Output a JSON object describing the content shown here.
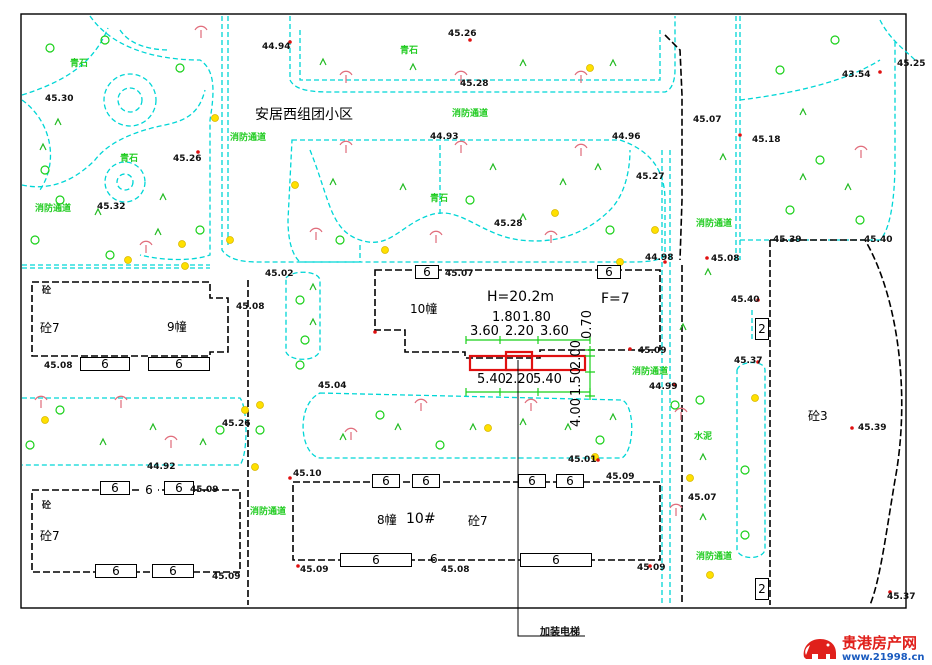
{
  "title": "安居西组团小区",
  "callout": "加装电梯",
  "building": {
    "height": "H=20.2m",
    "floors": "F=7",
    "name": "10幢"
  },
  "dims_top": [
    "3.60",
    "2.20",
    "3.60"
  ],
  "dims_top2": [
    "1.80",
    "1.80"
  ],
  "dims_bottom": [
    "5.40",
    "2.20",
    "5.40"
  ],
  "dims_vertical": [
    "2.00",
    "0.70",
    "1.50",
    "4.00"
  ],
  "labels": {
    "b9": "9幢",
    "b8": "8幢",
    "b10hash": "10#",
    "z7a": "砼7",
    "z7b": "砼7",
    "z7c": "砼7",
    "z3": "砼3",
    "zsmall1": "砼",
    "zsmall2": "砼",
    "stone1": "青石",
    "stone2": "青石",
    "stone3": "青石",
    "stone4": "青石",
    "cement": "水泥"
  },
  "roads": [
    "消防通道",
    "消防通道",
    "消防通道",
    "消防通道",
    "消防通道",
    "消防通道",
    "消防通道"
  ],
  "units": [
    "6",
    "6",
    "6",
    "6",
    "6",
    "6",
    "6",
    "6",
    "6",
    "6",
    "6",
    "6",
    "6",
    "6",
    "6",
    "6",
    "2",
    "2"
  ],
  "elevations": [
    "44.94",
    "45.26",
    "45.28",
    "45.30",
    "45.26",
    "45.32",
    "44.93",
    "44.96",
    "45.07",
    "45.18",
    "43.54",
    "45.25",
    "45.27",
    "45.28",
    "44.98",
    "45.08",
    "45.39",
    "45.40",
    "45.02",
    "45.07",
    "45.08",
    "45.08",
    "45.09",
    "45.40",
    "45.37",
    "45.04",
    "44.99",
    "45.26",
    "44.92",
    "45.01",
    "45.39",
    "45.10",
    "45.09",
    "45.09",
    "45.07",
    "45.09",
    "45.09",
    "45.08",
    "45.09",
    "45.37"
  ],
  "watermark": {
    "name": "贵港房产网",
    "url": "www.21998.cn"
  },
  "colors": {
    "dim": "#19d019",
    "highlight": "#e01010",
    "green_dash": "#00d6d6",
    "boundary": "#000000",
    "watermark_red": "#e0201b",
    "watermark_blue": "#1a5bbf"
  }
}
